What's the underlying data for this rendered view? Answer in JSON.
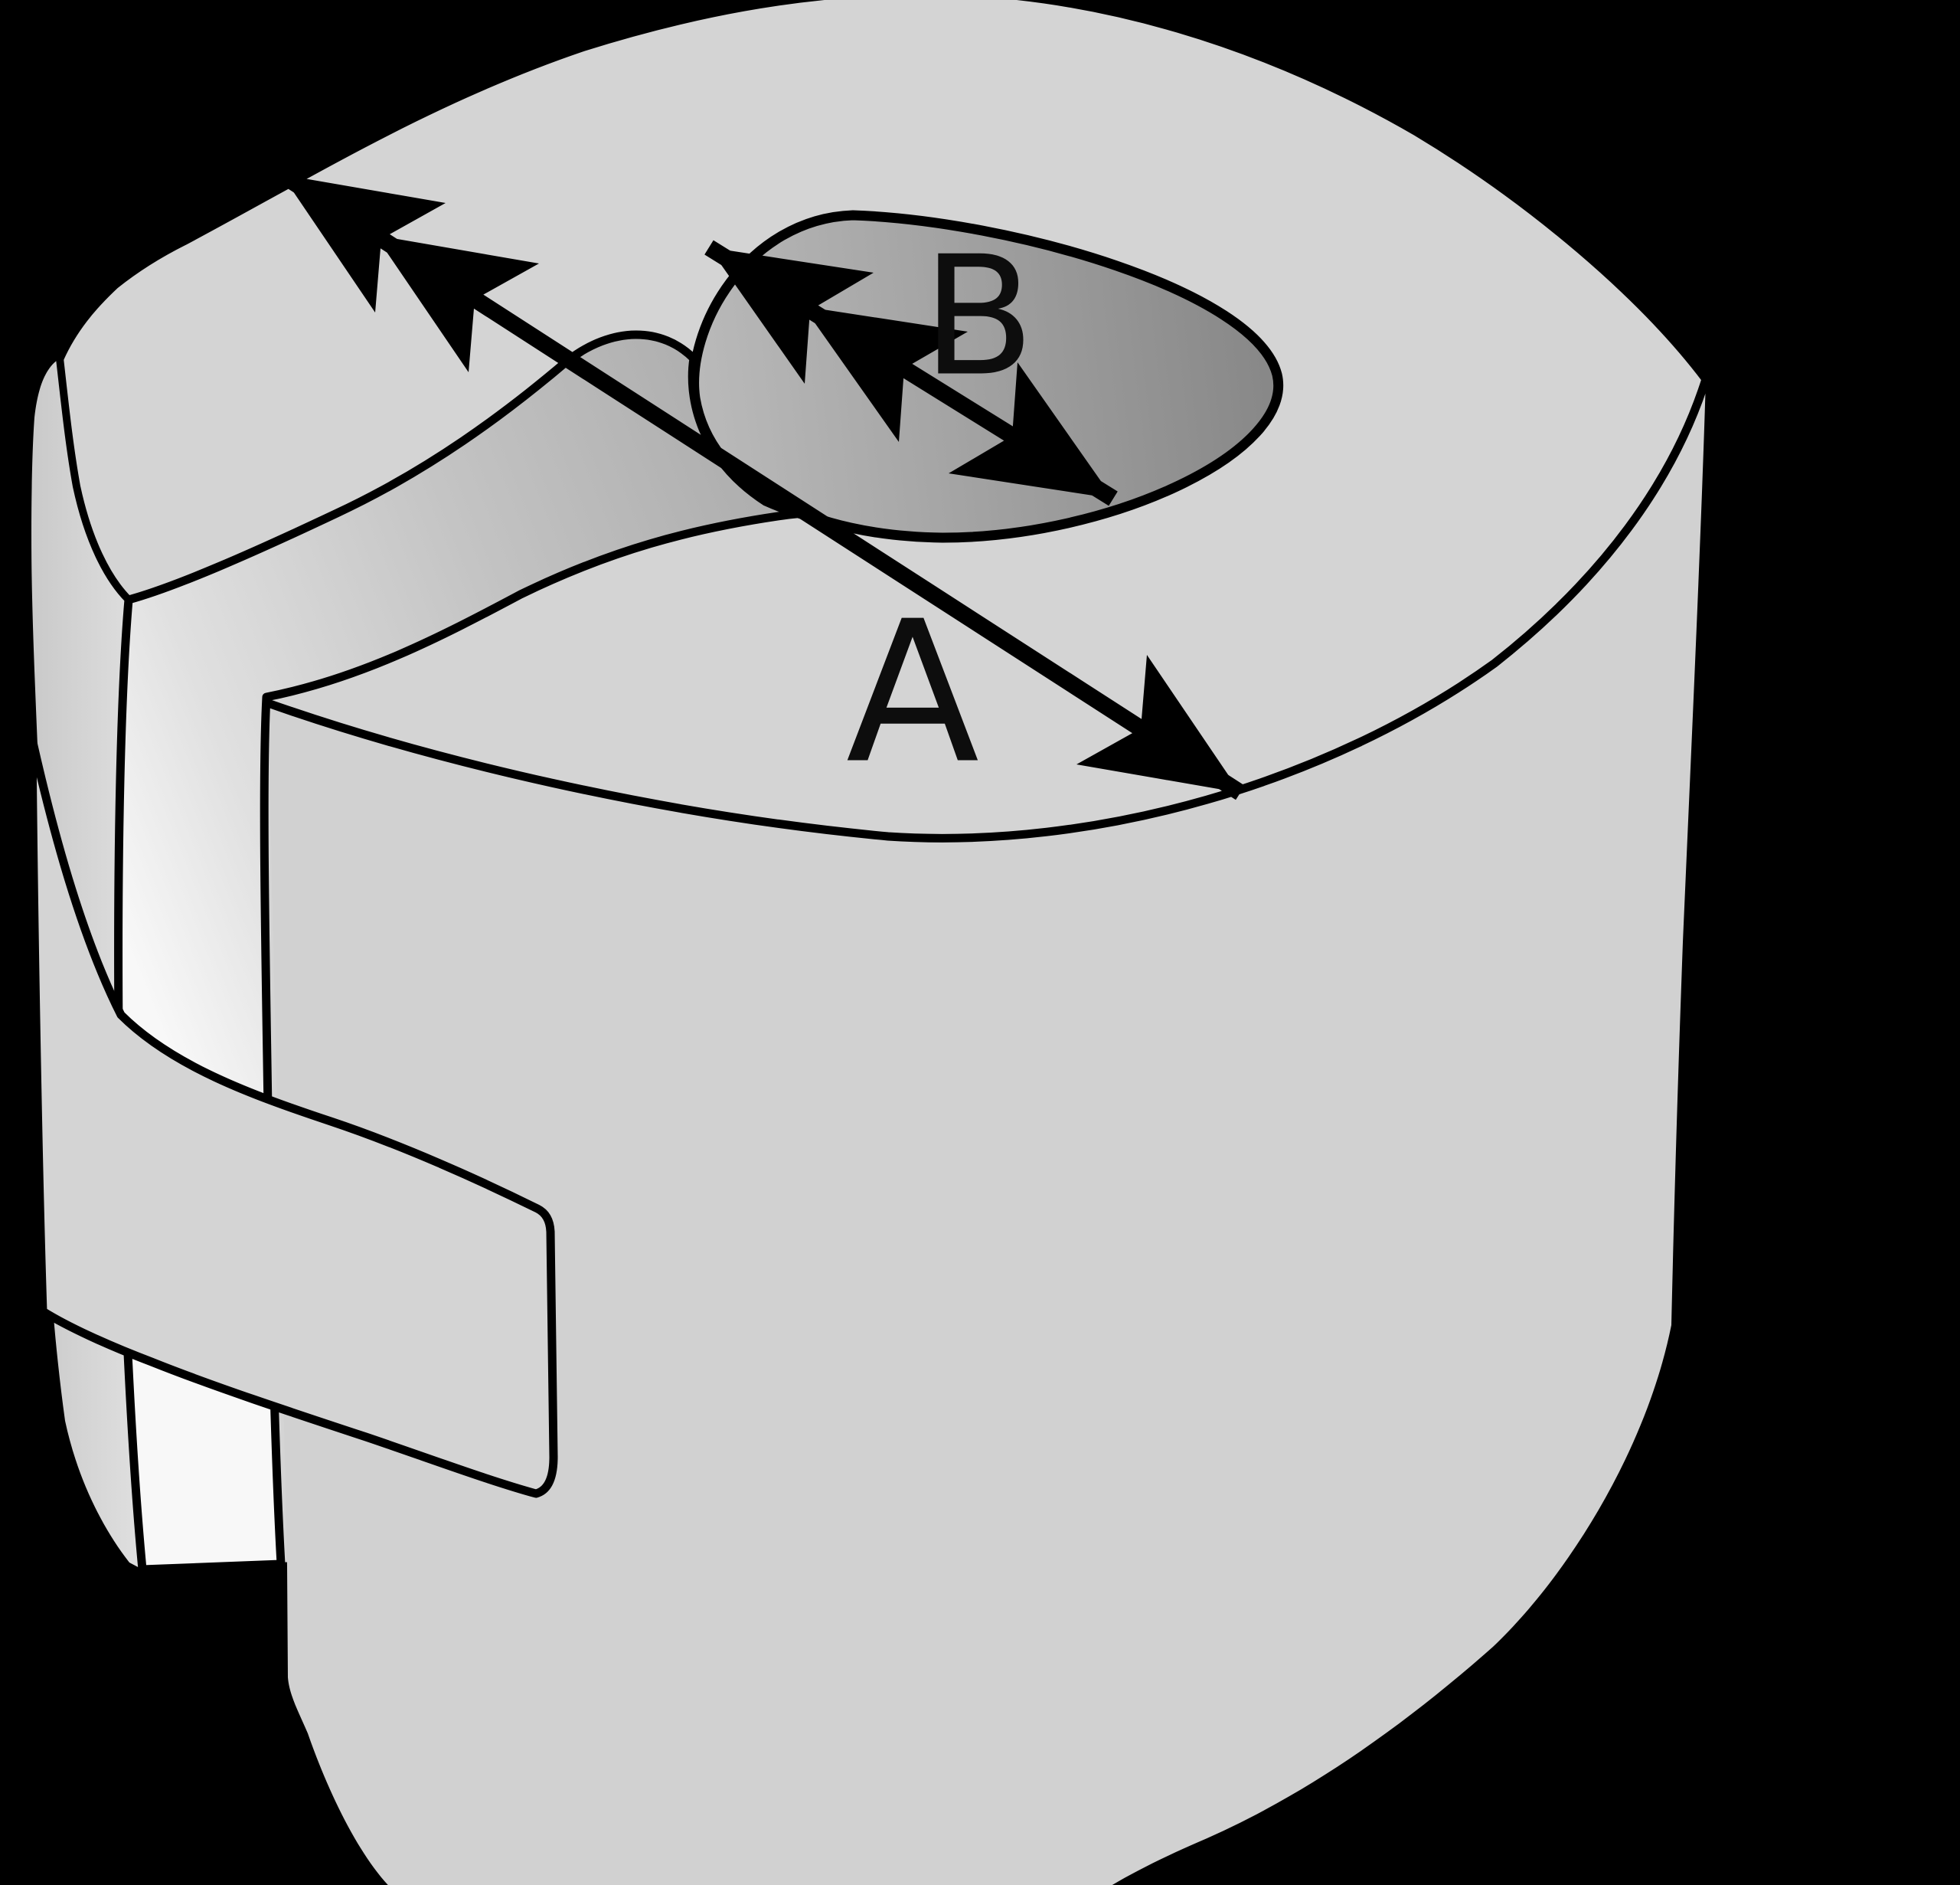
{
  "diagram": {
    "type": "toilet-paper-roll-dimension-diagram",
    "labels": {
      "outer_diameter": "A",
      "core_diameter": "B"
    },
    "colors": {
      "background": "#000000",
      "paper": "#d4d4d4",
      "paper_side": "#d1d1d1",
      "outline": "#000000",
      "sheet_light": "#f8f8f8",
      "sheet_dark": "#9a9a9a",
      "hole_light": "#bababa",
      "hole_dark": "#878787"
    }
  }
}
